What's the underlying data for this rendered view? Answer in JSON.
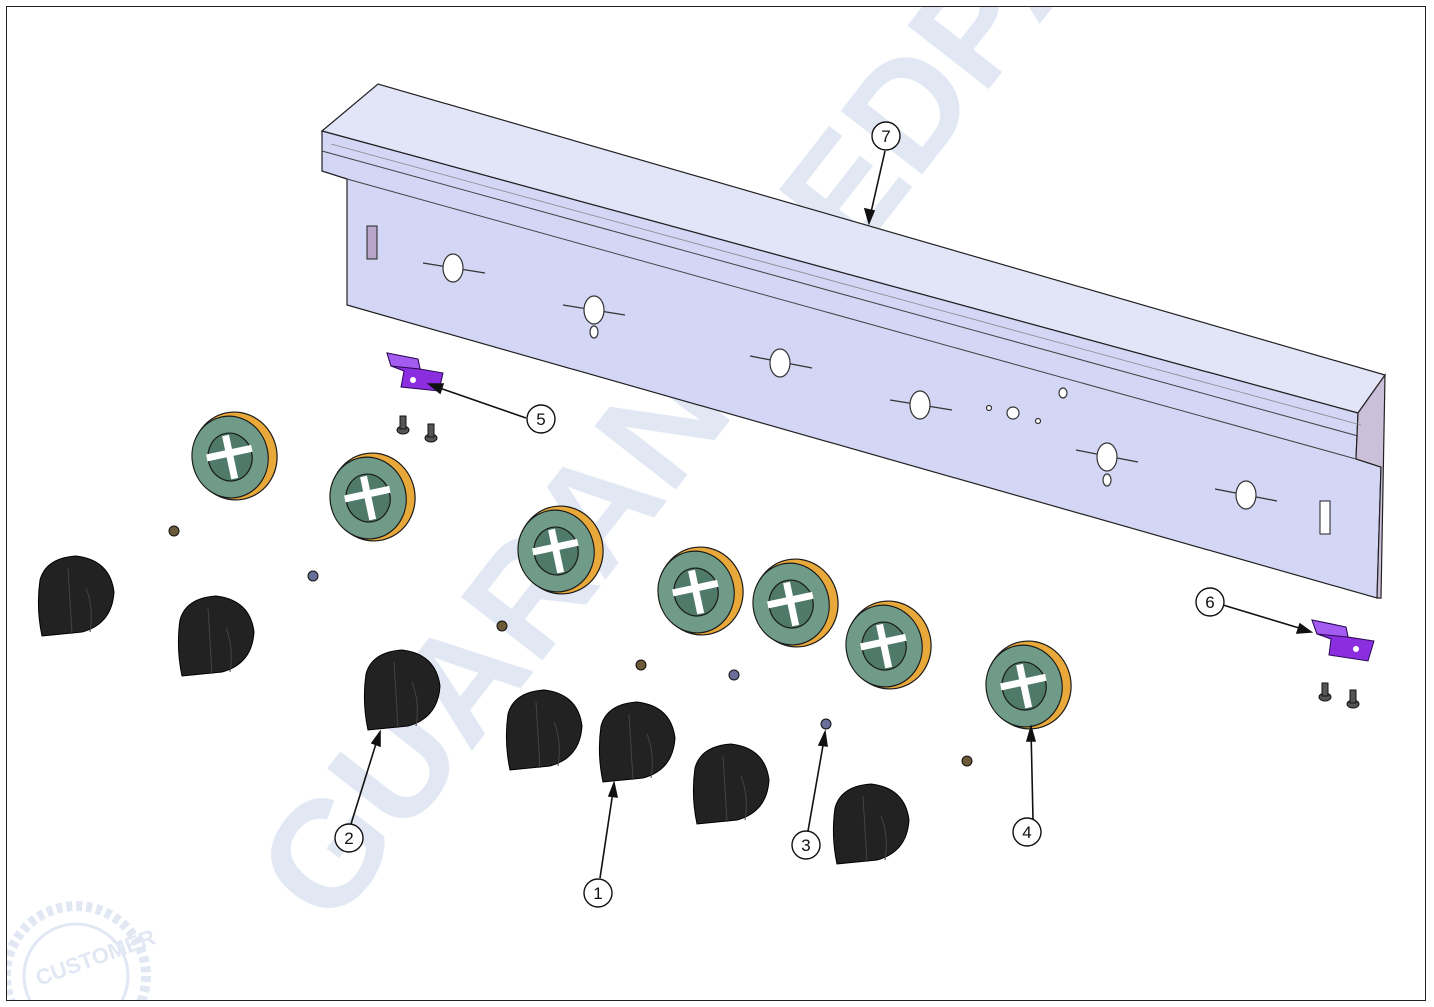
{
  "watermark": {
    "text": "GUARANTEEDPARTS.COM",
    "seal_text": "CUSTOMER",
    "color": "#c9d6ec"
  },
  "colors": {
    "panel_front": "#d3d6f4",
    "panel_top": "#e2e4f8",
    "panel_side": "#cbbfd9",
    "bracket": "#8a2ee0",
    "knob": "#222222",
    "bezel_face": "#6f9b88",
    "bezel_ring": "#e9a93a",
    "line": "#111111"
  },
  "callouts": [
    {
      "id": "callout-1",
      "label": "1"
    },
    {
      "id": "callout-2",
      "label": "2"
    },
    {
      "id": "callout-3",
      "label": "3"
    },
    {
      "id": "callout-4",
      "label": "4"
    },
    {
      "id": "callout-5",
      "label": "5"
    },
    {
      "id": "callout-6",
      "label": "6"
    },
    {
      "id": "callout-7",
      "label": "7"
    }
  ]
}
